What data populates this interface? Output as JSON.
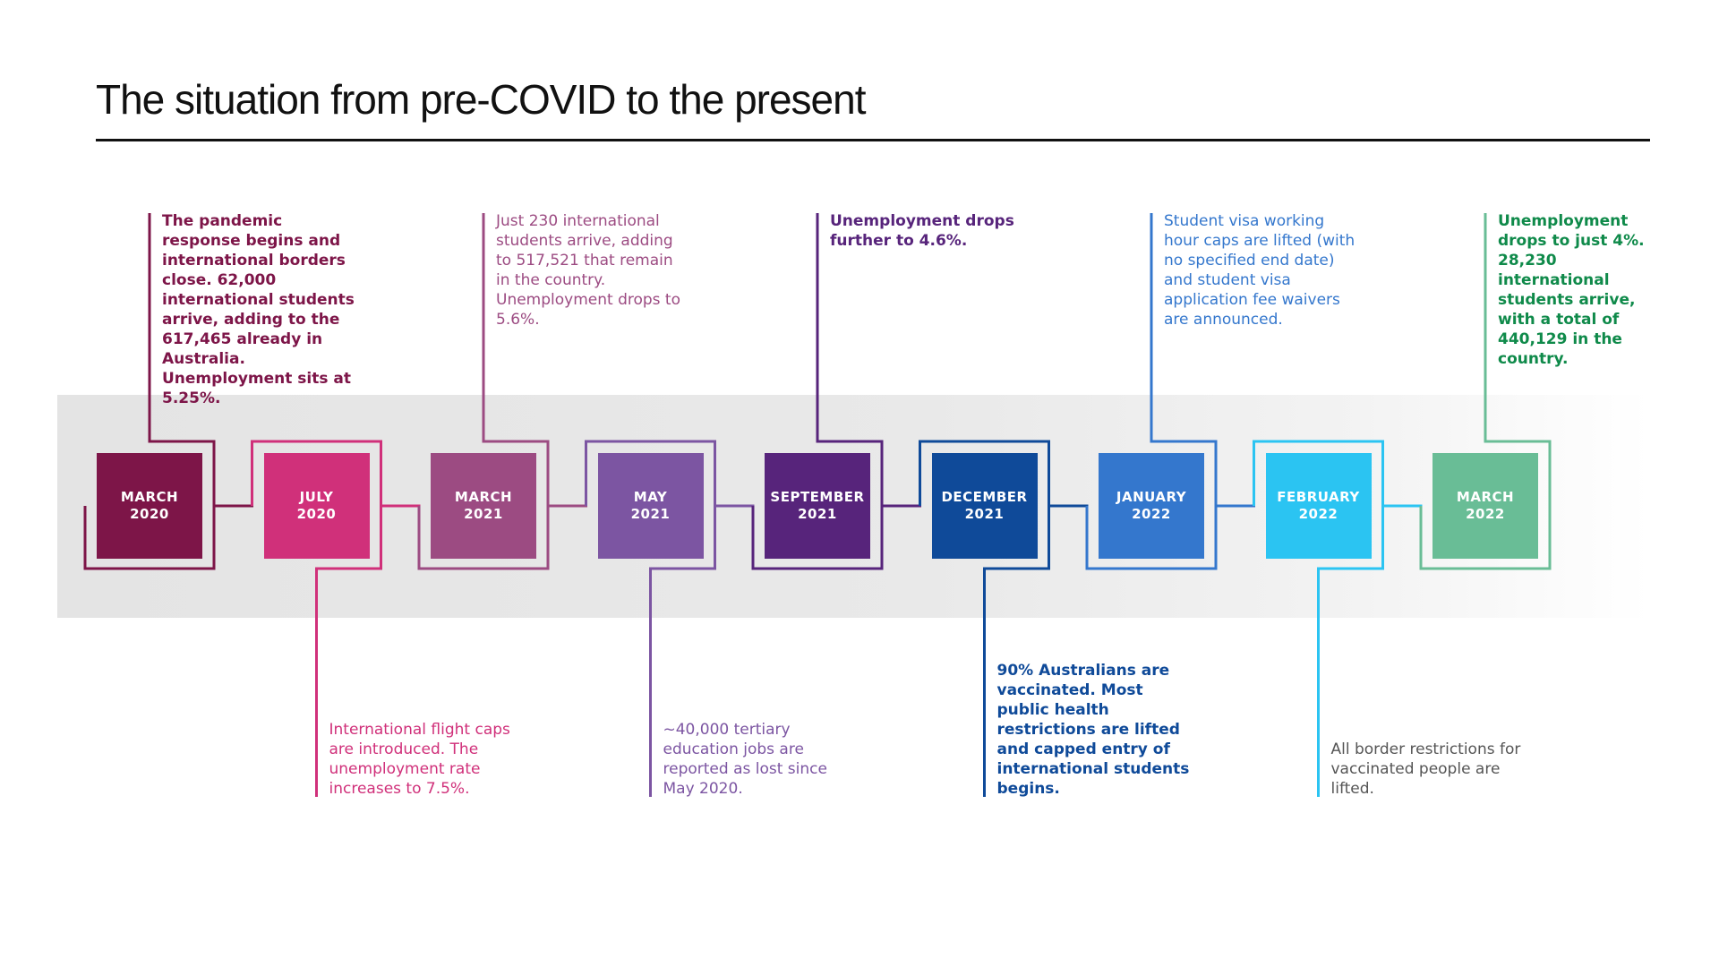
{
  "title": "The situation from pre-COVID to the present",
  "events": [
    {
      "month": "MARCH",
      "year": "2020",
      "color": "#7d1548",
      "position": "above",
      "text": "The pandemic response begins and international borders close. 62,000 international students arrive, adding to the 617,465 already in Australia. Unemployment sits at 5.25%."
    },
    {
      "month": "JULY",
      "year": "2020",
      "color": "#d0307a",
      "position": "below",
      "text": "International flight caps are introduced. The unemployment rate increases to 7.5%."
    },
    {
      "month": "MARCH",
      "year": "2021",
      "color": "#9c4b82",
      "position": "above",
      "text": "Just 230 international students arrive, adding to 517,521 that remain in the country. Unemployment drops to 5.6%."
    },
    {
      "month": "MAY",
      "year": "2021",
      "color": "#7c55a2",
      "position": "below",
      "text": "~40,000 tertiary education jobs are reported as lost since May 2020."
    },
    {
      "month": "SEPTEMBER",
      "year": "2021",
      "color": "#57247b",
      "position": "above",
      "text": "Unemployment drops further to 4.6%."
    },
    {
      "month": "DECEMBER",
      "year": "2021",
      "color": "#0f4a99",
      "position": "below",
      "text": "90% Australians are vaccinated. Most public health restrictions are lifted and capped entry of international students begins."
    },
    {
      "month": "JANUARY",
      "year": "2022",
      "color": "#3477cd",
      "position": "above",
      "text": "Student visa working hour caps are lifted (with no specified end date) and student visa application fee waivers are announced."
    },
    {
      "month": "FEBRUARY",
      "year": "2022",
      "color": "#2bc4f2",
      "position": "below",
      "text": "All border restrictions for vaccinated people are lifted."
    },
    {
      "month": "MARCH",
      "year": "2022",
      "color": "#69bd96",
      "position": "above",
      "text": "Unemployment drops to just 4%. 28,230 international students arrive, with a total of 440,129 in the country."
    }
  ]
}
